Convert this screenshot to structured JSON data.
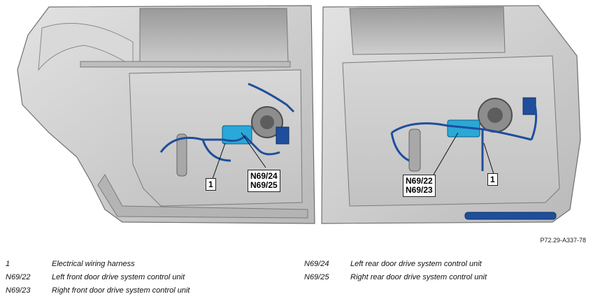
{
  "callouts": {
    "harness_front": "1",
    "harness_rear": "1",
    "rear_units": [
      "N69/24",
      "N69/25"
    ],
    "front_units": [
      "N69/22",
      "N69/23"
    ]
  },
  "figure_code": "P72.29-A337-78",
  "legend": [
    {
      "code": "1",
      "text": "Electrical wiring harness"
    },
    {
      "code": "N69/22",
      "text": "Left front door drive system control unit"
    },
    {
      "code": "N69/23",
      "text": "Right front door drive system control unit"
    },
    {
      "code": "N69/24",
      "text": "Left rear door drive system control unit"
    },
    {
      "code": "N69/25",
      "text": "Right rear door drive system control unit"
    }
  ],
  "colors": {
    "door_panel": "#c9c9c9",
    "door_dark": "#8c8c8c",
    "harness": "#1f4e9c",
    "control_unit": "#2aa8d8"
  }
}
